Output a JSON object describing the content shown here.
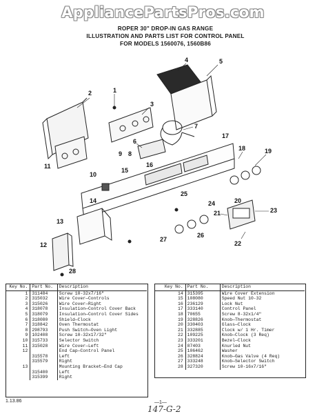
{
  "watermark": "AppliancePartsPros.com",
  "header": {
    "line1": "ROPER 30\" DROP-IN GAS RANGE",
    "line2": "ILLUSTRATION AND PARTS LIST FOR CONTROL PANEL",
    "line3": "FOR MODELS 1560076, 1560B86"
  },
  "callouts": [
    "1",
    "2",
    "3",
    "4",
    "5",
    "6",
    "7",
    "8",
    "9",
    "10",
    "11",
    "12",
    "13",
    "14",
    "15",
    "16",
    "17",
    "18",
    "19",
    "20",
    "21",
    "22",
    "23",
    "24",
    "25",
    "26",
    "27",
    "28"
  ],
  "table_headers": {
    "key": "Key No.",
    "part": "Part No.",
    "desc": "Description"
  },
  "left_rows": [
    {
      "key": "1",
      "part": "311484",
      "desc": "Screw 10-32x7/16\""
    },
    {
      "key": "2",
      "part": "315032",
      "desc": "Wire Cover—Controls"
    },
    {
      "key": "3",
      "part": "315026",
      "desc": "Wire Cover—Right"
    },
    {
      "key": "4",
      "part": "318078",
      "desc": "Insulation—Control Cover Back"
    },
    {
      "key": "5",
      "part": "318079",
      "desc": "Insulation—Control Cover Sides"
    },
    {
      "key": "6",
      "part": "318080",
      "desc": "Shield—Clock"
    },
    {
      "key": "7",
      "part": "318842",
      "desc": "Oven Thermostat"
    },
    {
      "key": "8",
      "part": "298793",
      "desc": "Push Switch—Oven Light"
    },
    {
      "key": "9",
      "part": "102408",
      "desc": "Screw 10-32x17/32\""
    },
    {
      "key": "10",
      "part": "315733",
      "desc": "Selector Switch"
    },
    {
      "key": "11",
      "part": "315028",
      "desc": "Wire Cover—Left"
    },
    {
      "key": "12",
      "part": "",
      "desc": "End Cap—Control Panel"
    },
    {
      "key": "",
      "part": "315578",
      "desc": "  Left"
    },
    {
      "key": "",
      "part": "315579",
      "desc": "  Right"
    },
    {
      "key": "13",
      "part": "",
      "desc": "Mounting Bracket—End Cap"
    },
    {
      "key": "",
      "part": "315400",
      "desc": "  Left"
    },
    {
      "key": "",
      "part": "315399",
      "desc": "  Right"
    }
  ],
  "right_rows": [
    {
      "key": "14",
      "part": "315395",
      "desc": "Wire Cover Extension"
    },
    {
      "key": "15",
      "part": "108080",
      "desc": "Speed Nut 10-32"
    },
    {
      "key": "16",
      "part": "236129",
      "desc": "Lock Nut"
    },
    {
      "key": "17",
      "part": "333140",
      "desc": "Control Panel"
    },
    {
      "key": "18",
      "part": "70655",
      "desc": "Screw 8-32x1/4\""
    },
    {
      "key": "19",
      "part": "328826",
      "desc": "Knob—Thermostat"
    },
    {
      "key": "20",
      "part": "330403",
      "desc": "Glass—Clock"
    },
    {
      "key": "21",
      "part": "332885",
      "desc": "Clock w/ 1 Hr. Timer"
    },
    {
      "key": "22",
      "part": "109225",
      "desc": "Knob—Clock (3 Req)"
    },
    {
      "key": "23",
      "part": "333201",
      "desc": "Bezel—Clock"
    },
    {
      "key": "24",
      "part": "87403",
      "desc": "Knurled Nut"
    },
    {
      "key": "25",
      "part": "106462",
      "desc": "Washer"
    },
    {
      "key": "26",
      "part": "328824",
      "desc": "Knob—Gas Valve (4 Req)"
    },
    {
      "key": "27",
      "part": "333248",
      "desc": "Knob—Selector Switch"
    },
    {
      "key": "28",
      "part": "327320",
      "desc": "Screw 10-16x7/16\""
    }
  ],
  "footer": {
    "date": "1.13.86",
    "page": "—1—",
    "handwritten": "147-G-2"
  }
}
